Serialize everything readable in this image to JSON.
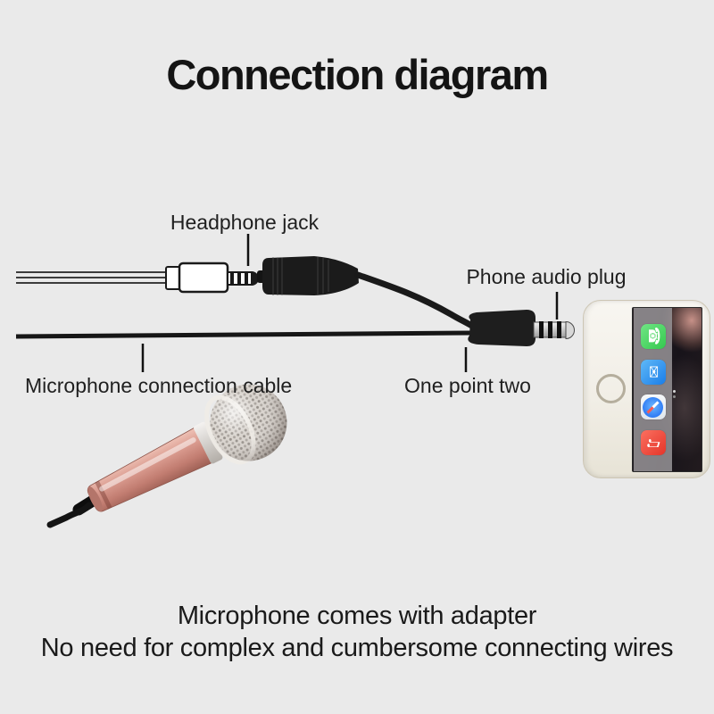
{
  "title": "Connection diagram",
  "labels": {
    "headphone_jack": "Headphone jack",
    "phone_audio_plug": "Phone audio plug",
    "microphone_cable": "Microphone connection cable",
    "one_point_two": "One point two"
  },
  "footer": {
    "line1": "Microphone comes with adapter",
    "line2": "No need for complex and cumbersome connecting wires"
  },
  "phone": {
    "icons": [
      {
        "name": "phone-app-icon",
        "glyph": "☎",
        "color": "#4cd964"
      },
      {
        "name": "mail-app-icon",
        "glyph": "✉",
        "color": "#1f8ff7"
      },
      {
        "name": "safari-app-icon",
        "glyph": "",
        "color": "#3b99fc"
      },
      {
        "name": "music-app-icon",
        "glyph": "♫",
        "color": "#ef4136"
      }
    ]
  },
  "colors": {
    "background": "#eaeaea",
    "text": "#1d1d1d",
    "cable_black": "#1a1a1a",
    "mic_body_rose_gold": "#cf8b80",
    "mic_mesh_silver": "#d6d0ca",
    "phone_bezel_cream": "#f2efe8",
    "dock_gray": "#989498"
  }
}
